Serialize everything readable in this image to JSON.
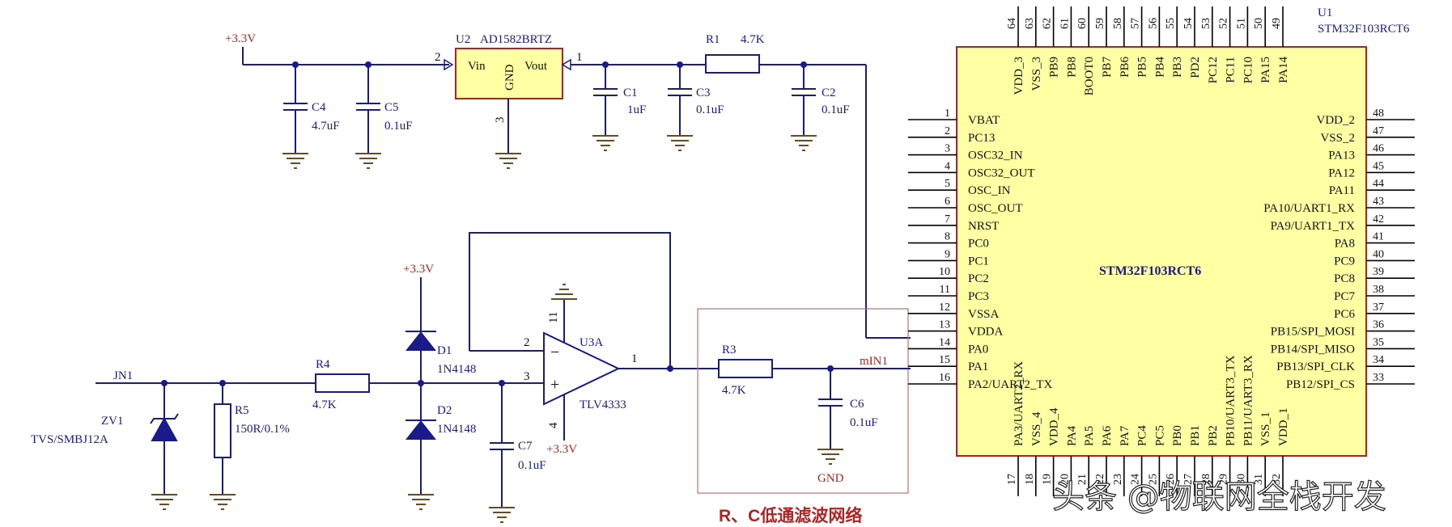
{
  "power": {
    "vcc_top": "+3.3V",
    "vcc_diode": "+3.3V",
    "vcc_opamp": "+3.3V"
  },
  "u2": {
    "ref": "U2",
    "part": "AD1582BRTZ",
    "pin_vin": "Vin",
    "pin_vout": "Vout",
    "pin_gnd": "GND",
    "num_in": "2",
    "num_out": "1",
    "num_gnd": "3"
  },
  "caps": {
    "c4": {
      "ref": "C4",
      "value": "4.7uF"
    },
    "c5": {
      "ref": "C5",
      "value": "0.1uF"
    },
    "c1": {
      "ref": "C1",
      "value": "1uF"
    },
    "c3": {
      "ref": "C3",
      "value": "0.1uF"
    },
    "c2": {
      "ref": "C2",
      "value": "0.1uF"
    },
    "c6": {
      "ref": "C6",
      "value": "0.1uF"
    },
    "c7": {
      "ref": "C7",
      "value": "0.1uF"
    }
  },
  "resistors": {
    "r1": {
      "ref": "R1",
      "value": "4.7K"
    },
    "r3": {
      "ref": "R3",
      "value": "4.7K"
    },
    "r4": {
      "ref": "R4",
      "value": "4.7K"
    },
    "r5": {
      "ref": "R5",
      "value": "150R/0.1%"
    }
  },
  "diodes": {
    "d1": {
      "ref": "D1",
      "part": "1N4148"
    },
    "d2": {
      "ref": "D2",
      "part": "1N4148"
    },
    "zv1": {
      "ref": "ZV1",
      "part": "TVS/SMBJ12A"
    }
  },
  "opamp": {
    "ref": "U3A",
    "part": "TLV4333",
    "pin_minus": "2",
    "pin_plus": "3",
    "pin_out": "1",
    "pin_vcc": "4",
    "pin_gnd": "11",
    "sym_minus": "−",
    "sym_plus": "+"
  },
  "nets": {
    "jn1": "JN1",
    "min1": "mIN1",
    "gnd": "GND"
  },
  "mcu": {
    "ref": "U1",
    "part": "STM32F103RCT6",
    "center_label": "STM32F103RCT6",
    "left_pins": [
      {
        "num": "1",
        "name": "VBAT"
      },
      {
        "num": "2",
        "name": "PC13"
      },
      {
        "num": "3",
        "name": "OSC32_IN"
      },
      {
        "num": "4",
        "name": "OSC32_OUT"
      },
      {
        "num": "5",
        "name": "OSC_IN"
      },
      {
        "num": "6",
        "name": "OSC_OUT"
      },
      {
        "num": "7",
        "name": "NRST"
      },
      {
        "num": "8",
        "name": "PC0"
      },
      {
        "num": "9",
        "name": "PC1"
      },
      {
        "num": "10",
        "name": "PC2"
      },
      {
        "num": "11",
        "name": "PC3"
      },
      {
        "num": "12",
        "name": "VSSA"
      },
      {
        "num": "13",
        "name": "VDDA"
      },
      {
        "num": "14",
        "name": "PA0"
      },
      {
        "num": "15",
        "name": "PA1"
      },
      {
        "num": "16",
        "name": "PA2/UART2_TX"
      }
    ],
    "right_pins": [
      {
        "num": "48",
        "name": "VDD_2"
      },
      {
        "num": "47",
        "name": "VSS_2"
      },
      {
        "num": "46",
        "name": "PA13"
      },
      {
        "num": "45",
        "name": "PA12"
      },
      {
        "num": "44",
        "name": "PA11"
      },
      {
        "num": "43",
        "name": "PA10/UART1_RX"
      },
      {
        "num": "42",
        "name": "PA9/UART1_TX"
      },
      {
        "num": "41",
        "name": "PA8"
      },
      {
        "num": "40",
        "name": "PC9"
      },
      {
        "num": "39",
        "name": "PC8"
      },
      {
        "num": "38",
        "name": "PC7"
      },
      {
        "num": "37",
        "name": "PC6"
      },
      {
        "num": "36",
        "name": "PB15/SPI_MOSI"
      },
      {
        "num": "35",
        "name": "PB14/SPI_MISO"
      },
      {
        "num": "34",
        "name": "PB13/SPI_CLK"
      },
      {
        "num": "33",
        "name": "PB12/SPI_CS"
      }
    ],
    "top_pins": [
      {
        "num": "64",
        "name": "VDD_3"
      },
      {
        "num": "63",
        "name": "VSS_3"
      },
      {
        "num": "62",
        "name": "PB9"
      },
      {
        "num": "61",
        "name": "PB8"
      },
      {
        "num": "60",
        "name": "BOOT0"
      },
      {
        "num": "59",
        "name": "PB7"
      },
      {
        "num": "58",
        "name": "PB6"
      },
      {
        "num": "57",
        "name": "PB5"
      },
      {
        "num": "56",
        "name": "PB4"
      },
      {
        "num": "55",
        "name": "PB3"
      },
      {
        "num": "54",
        "name": "PD2"
      },
      {
        "num": "53",
        "name": "PC12"
      },
      {
        "num": "52",
        "name": "PC11"
      },
      {
        "num": "51",
        "name": "PC10"
      },
      {
        "num": "50",
        "name": "PA15"
      },
      {
        "num": "49",
        "name": "PA14"
      }
    ],
    "bottom_pins": [
      {
        "num": "17",
        "name": "PA3/UART2_RX"
      },
      {
        "num": "18",
        "name": "VSS_4"
      },
      {
        "num": "19",
        "name": "VDD_4"
      },
      {
        "num": "20",
        "name": "PA4"
      },
      {
        "num": "21",
        "name": "PA5"
      },
      {
        "num": "22",
        "name": "PA6"
      },
      {
        "num": "23",
        "name": "PA7"
      },
      {
        "num": "24",
        "name": "PC4"
      },
      {
        "num": "25",
        "name": "PC5"
      },
      {
        "num": "26",
        "name": "PB0"
      },
      {
        "num": "27",
        "name": "PB1"
      },
      {
        "num": "28",
        "name": "PB2"
      },
      {
        "num": "29",
        "name": "PB10/UART3_TX"
      },
      {
        "num": "30",
        "name": "PB11/UART3_RX"
      },
      {
        "num": "31",
        "name": "VSS_1"
      },
      {
        "num": "32",
        "name": "VDD_1"
      }
    ]
  },
  "annotation": {
    "filter_label": "R、C低通滤波网络"
  },
  "watermark": {
    "text": "头条 @物联网全栈开发"
  }
}
